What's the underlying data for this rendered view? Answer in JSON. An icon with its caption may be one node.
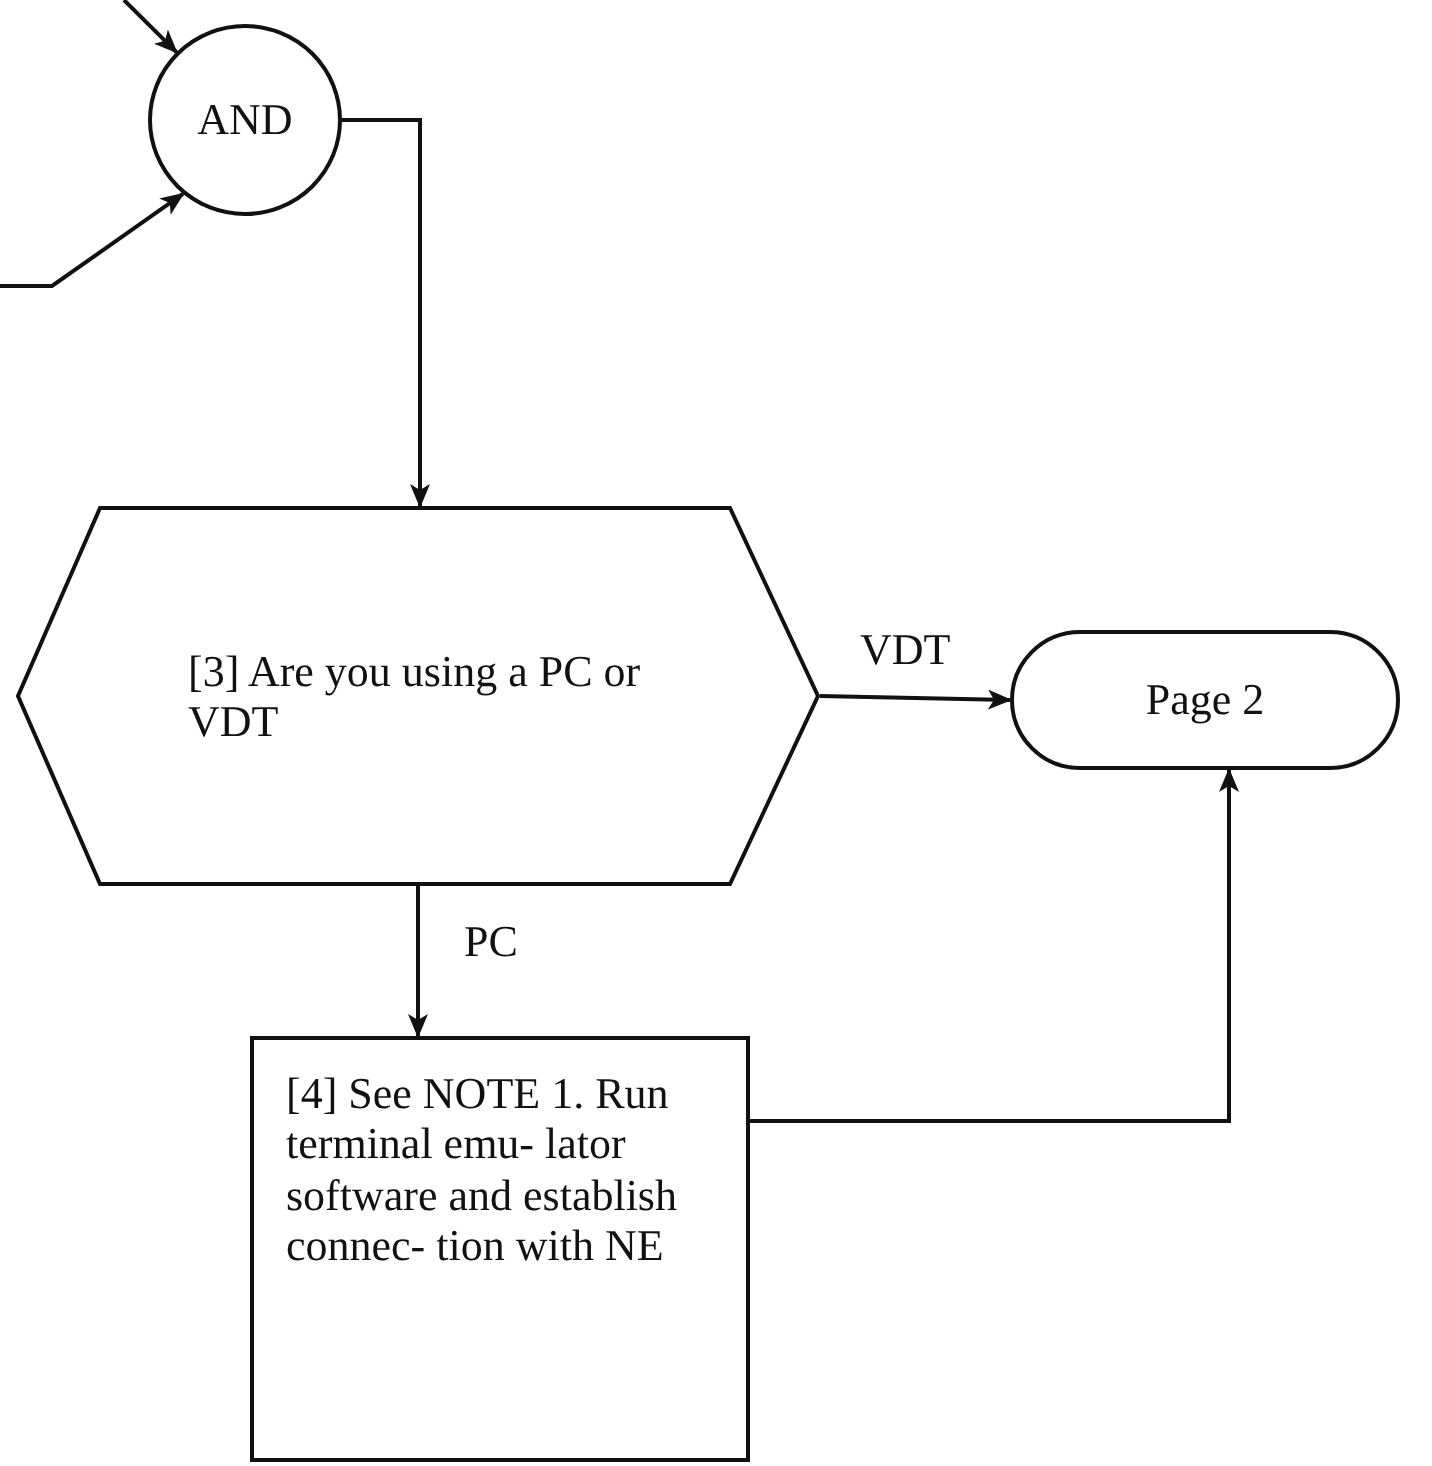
{
  "diagram": {
    "nodes": [
      {
        "text": [
          "AND"
        ]
      },
      {
        "text": [
          "[3] Are you using a PC or VDT"
        ]
      },
      {
        "text": [
          "Page 2"
        ]
      },
      {
        "text": [
          "[4] See NOTE 1. Run terminal emu- lator software and establish connec- tion with NE"
        ]
      }
    ],
    "edges": [
      {
        "from": null,
        "to": 0,
        "arrow": "to"
      },
      {
        "from": null,
        "to": 0,
        "arrow": "to"
      },
      {
        "from": 0,
        "to": 1,
        "arrow": "to"
      },
      {
        "from": 1,
        "to": 2,
        "arrow": "to",
        "label": "VDT"
      },
      {
        "from": 1,
        "to": 3,
        "arrow": "to",
        "label": "PC"
      },
      {
        "from": 3,
        "to": 2,
        "arrow": "to"
      }
    ]
  }
}
